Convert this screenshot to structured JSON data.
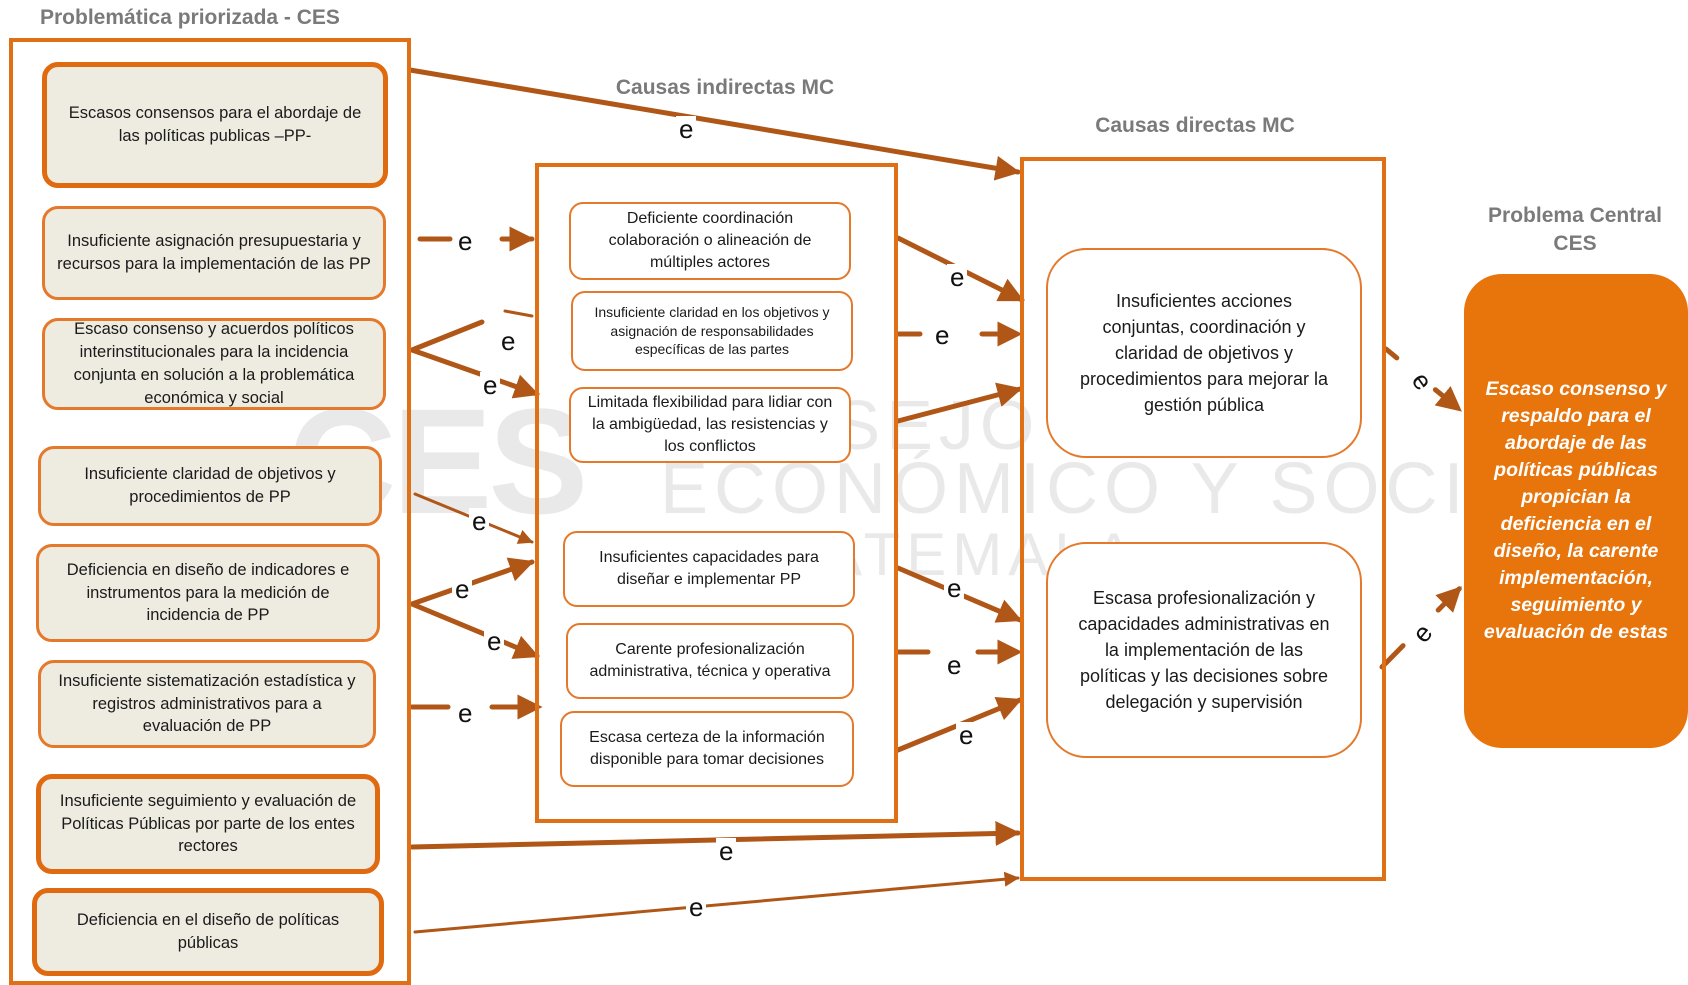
{
  "headings": {
    "left": "Problemática priorizada - CES",
    "indirect": "Causas indirectas MC",
    "direct": "Causas directas MC",
    "central": "Problema Central CES"
  },
  "watermark": {
    "logo": "CES",
    "line1": "CONSEJO",
    "line2": "ECONÓMICO Y SOCIAL",
    "line3": "GUATEMALA"
  },
  "problems": [
    "Escasos consensos para el  abordaje de las políticas publicas –PP-",
    "Insuficiente asignación presupuestaria y recursos para la implementación de las PP",
    "Escaso consenso y  acuerdos políticos interinstitucionales para la incidencia conjunta en solución a  la problemática económica y social",
    "Insuficiente claridad de objetivos  y procedimientos de PP",
    "Deficiencia en diseño de indicadores e instrumentos para la medición de incidencia de PP",
    "Insuficiente sistematización estadística y registros administrativos para a evaluación de PP",
    "Insuficiente seguimiento y evaluación de Políticas Públicas por parte de los entes rectores",
    "Deficiencia en el diseño de políticas públicas"
  ],
  "indirect_causes": [
    "Deficiente coordinación colaboración o alineación de múltiples actores",
    "Insuficiente claridad en los objetivos y asignación de responsabilidades específicas de las partes",
    "Limitada flexibilidad para lidiar con la ambigüedad, las resistencias y los conflictos",
    "Insuficientes capacidades para diseñar e implementar PP",
    "Carente profesionalización administrativa, técnica y operativa",
    "Escasa certeza de la información disponible para tomar decisiones"
  ],
  "direct_causes": [
    "Insuficientes acciones conjuntas,  coordinación y claridad de objetivos  y procedimientos para mejorar la gestión pública",
    "Escasa profesionalización y capacidades administrativas en  la implementación de las políticas y las decisiones sobre delegación y supervisión"
  ],
  "central_problem": "Escaso consenso y respaldo para el abordaje de las políticas públicas propician la deficiencia en el diseño, la carente implementación, seguimiento y evaluación de estas",
  "edge_label": "e",
  "colors": {
    "arrow": "#b05718",
    "border": "#e07016",
    "central_fill": "#e8740c",
    "box_fill": "#eeebe1"
  }
}
